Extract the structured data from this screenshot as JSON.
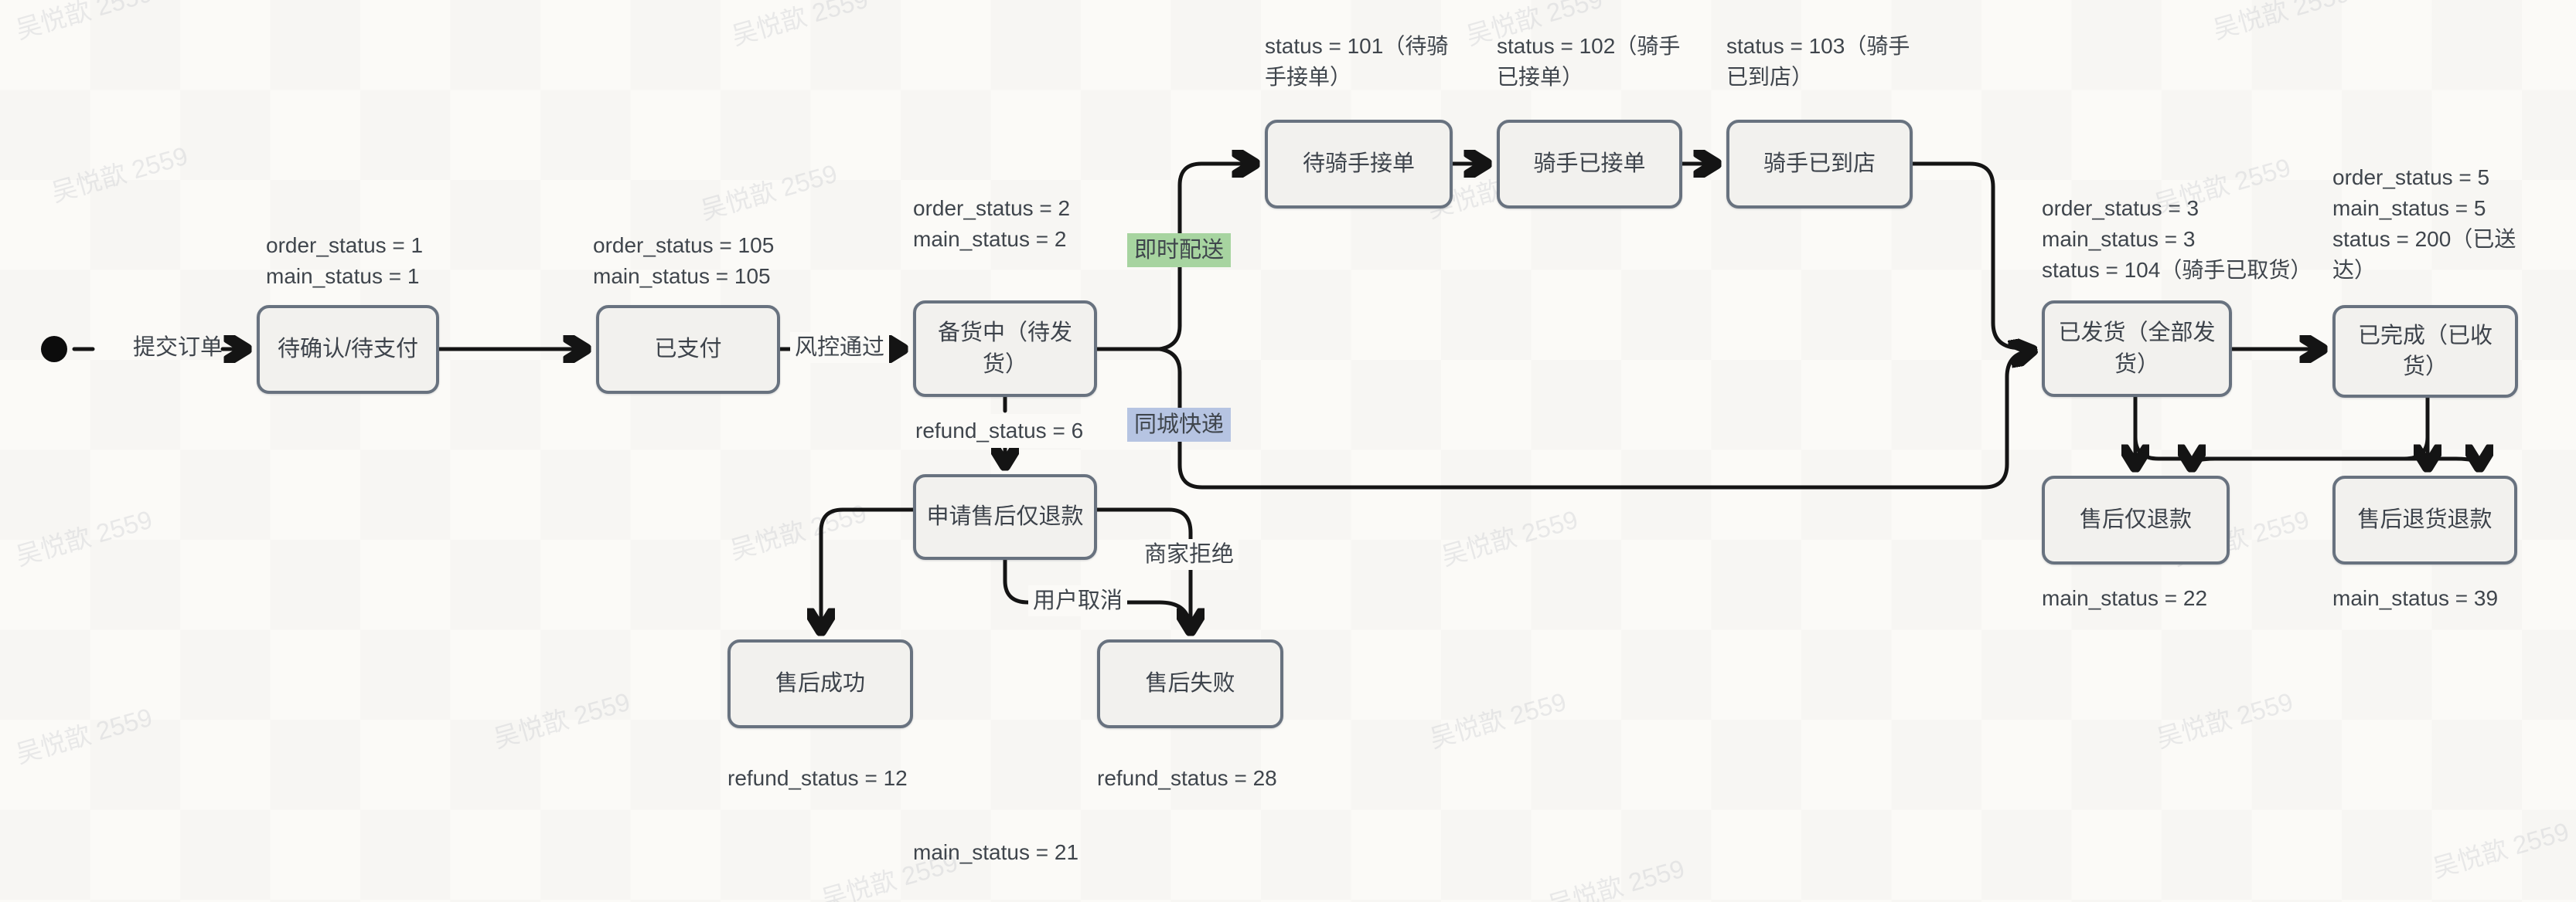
{
  "diagram": {
    "watermark": "吴悦歆 2559",
    "colors": {
      "background": "#fbfaf7",
      "line": "#141414",
      "node_fill": "#f2f1ee",
      "node_border": "#68727f",
      "text": "#3d434b",
      "tag_instant_bg": "#a7d4a0",
      "tag_express_bg": "#b6c4e2"
    },
    "start": {
      "label": "提交订单"
    },
    "nodes": {
      "pending": "待确认/待支付",
      "paid": "已支付",
      "preparing": "备货中（待发货）",
      "waitRider": "待骑手接单",
      "riderAccepted": "骑手已接单",
      "riderAtStore": "骑手已到店",
      "shipped": "已发货（全部发货）",
      "completed": "已完成（已收货）",
      "refundOnly": "售后仅退款",
      "returnRefund": "售后退货退款",
      "applyRefund": "申请售后仅退款",
      "asSuccess": "售后成功",
      "asFailed": "售后失败"
    },
    "edgeLabels": {
      "riskPass": "风控通过",
      "instant": "即时配送",
      "express": "同城快递",
      "merchantReject": "商家拒绝",
      "userCancel": "用户取消"
    },
    "annotations": {
      "pending": [
        "order_status = 1",
        "main_status = 1"
      ],
      "paid": [
        "order_status = 105",
        "main_status = 105"
      ],
      "preparing": [
        "order_status = 2",
        "main_status = 2"
      ],
      "s101": [
        "status = 101（待骑手接单）"
      ],
      "s102": [
        "status = 102（骑手已接单）"
      ],
      "s103": [
        "status = 103（骑手已到店）"
      ],
      "shipped": [
        "order_status = 3",
        "main_status = 3",
        "status = 104（骑手已取货）"
      ],
      "completed": [
        "order_status = 5",
        "main_status = 5",
        "status = 200（已送达）"
      ],
      "refund6": "refund_status = 6",
      "refund12": "refund_status = 12",
      "refund28": "refund_status = 28",
      "ms21": "main_status = 21",
      "ms22": "main_status = 22",
      "ms39": "main_status = 39"
    }
  }
}
